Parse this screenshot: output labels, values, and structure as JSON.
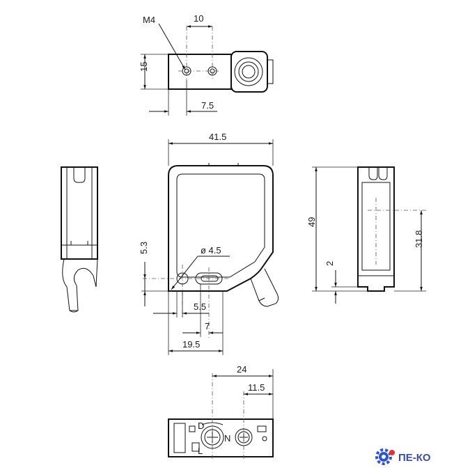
{
  "dimensions": {
    "thread": "M4",
    "hole_spacing": "10",
    "top_height": "15",
    "top_offset": "7.5",
    "width": "41.5",
    "height": "49",
    "optical_axis": "31.8",
    "base_step": "2",
    "hole_height": "5.3",
    "hole_diameter": "ø 4.5",
    "hole_offset": "5.5",
    "slot_length": "7",
    "slot_position": "19.5",
    "bottom_width": "24",
    "bottom_offset": "11.5"
  },
  "logo": {
    "text": "ПЕ-КО",
    "gear_color": "#2f55c8",
    "accent_color": "#e0303a"
  }
}
